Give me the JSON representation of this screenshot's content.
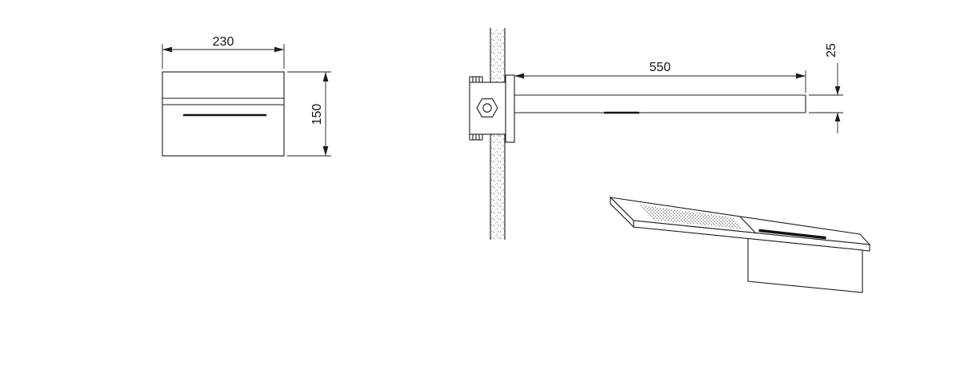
{
  "colors": {
    "background": "#ffffff",
    "line": "#1c1c1c",
    "stipple": "#888888"
  },
  "dimensions": {
    "width": "230",
    "height": "150",
    "length": "550",
    "thickness": "25"
  }
}
